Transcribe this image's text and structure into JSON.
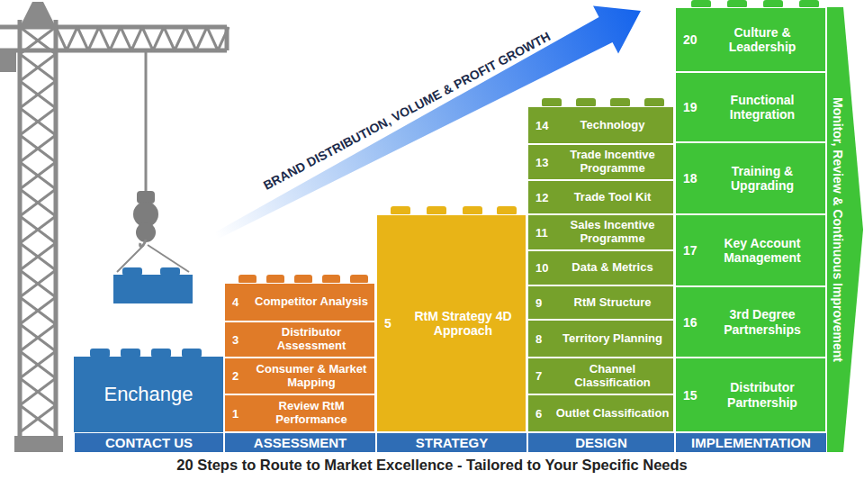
{
  "diagram": {
    "caption": "20 Steps to Route to Market Excellence - Tailored to Your Specific Needs",
    "nodes": [
      {
        "text": [
          "CONTACT US"
        ]
      },
      {
        "text": [
          "Enchange"
        ],
        "in": 0
      },
      {
        "text": [
          "ASSESSMENT"
        ]
      },
      {
        "text": [
          "1",
          "Review RtM Performance"
        ],
        "in": 2
      },
      {
        "text": [
          "2",
          "Consumer & Market Mapping"
        ],
        "in": 2
      },
      {
        "text": [
          "3",
          "Distributor Assessment"
        ],
        "in": 2
      },
      {
        "text": [
          "4",
          "Competitor Analysis"
        ],
        "in": 2
      },
      {
        "text": [
          "STRATEGY"
        ]
      },
      {
        "text": [
          "5",
          "RtM Strategy 4D Approach"
        ],
        "in": 7
      },
      {
        "text": [
          "DESIGN"
        ]
      },
      {
        "text": [
          "6",
          "Outlet Classification"
        ],
        "in": 9
      },
      {
        "text": [
          "7",
          "Channel Classification"
        ],
        "in": 9
      },
      {
        "text": [
          "8",
          "Territory Planning"
        ],
        "in": 9
      },
      {
        "text": [
          "9",
          "RtM Structure"
        ],
        "in": 9
      },
      {
        "text": [
          "10",
          "Data & Metrics"
        ],
        "in": 9
      },
      {
        "text": [
          "11",
          "Sales Incentive Programme"
        ],
        "in": 9
      },
      {
        "text": [
          "12",
          "Trade Tool Kit"
        ],
        "in": 9
      },
      {
        "text": [
          "13",
          "Trade Incentive Programme"
        ],
        "in": 9
      },
      {
        "text": [
          "14",
          "Technology"
        ],
        "in": 9
      },
      {
        "text": [
          "IMPLEMENTATION"
        ]
      },
      {
        "text": [
          "15",
          "Distributor Partnership"
        ],
        "in": 19
      },
      {
        "text": [
          "16",
          "3rd Degree Partnerships"
        ],
        "in": 19
      },
      {
        "text": [
          "17",
          "Key Account Management"
        ],
        "in": 19
      },
      {
        "text": [
          "18",
          "Training & Upgrading"
        ],
        "in": 19
      },
      {
        "text": [
          "19",
          "Functional Integration"
        ],
        "in": 19
      },
      {
        "text": [
          "20",
          "Culture & Leadership"
        ],
        "in": 19
      },
      {
        "text": [
          "Monitor, Review & Continuous Improvement"
        ]
      }
    ],
    "labels": [
      "BRAND DISTRIBUTION, VOLUME & PROFIT GROWTH"
    ]
  }
}
